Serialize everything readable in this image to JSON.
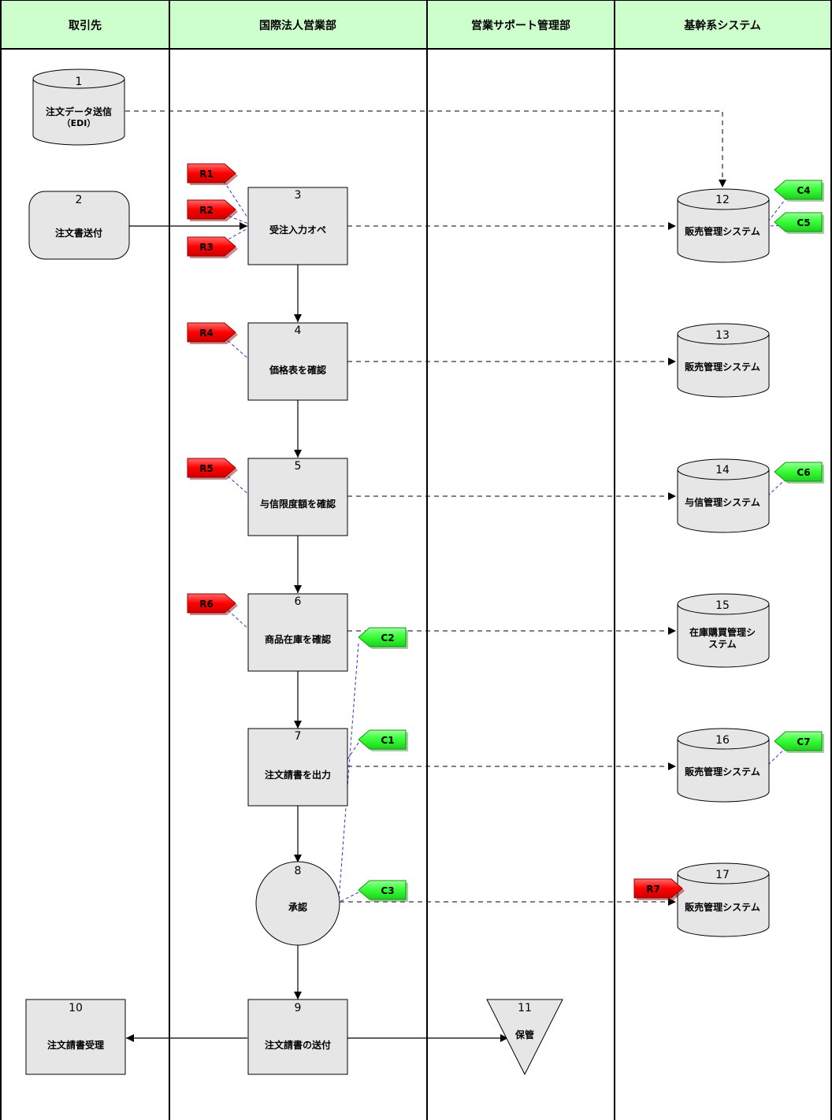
{
  "lanes": [
    "取引先",
    "国際法人営業部",
    "営業サポート管理部",
    "基幹系システム"
  ],
  "nodes": {
    "n1": {
      "num": "1",
      "label": "注文データ送信",
      "sub": "（EDI）"
    },
    "n2": {
      "num": "2",
      "label": "注文書送付"
    },
    "n3": {
      "num": "3",
      "label": "受注入力オペ"
    },
    "n4": {
      "num": "4",
      "label": "価格表を確認"
    },
    "n5": {
      "num": "5",
      "label": "与信限度額を確認"
    },
    "n6": {
      "num": "6",
      "label": "商品在庫を確認"
    },
    "n7": {
      "num": "7",
      "label": "注文請書を出力"
    },
    "n8": {
      "num": "8",
      "label": "承認"
    },
    "n9": {
      "num": "9",
      "label": "注文請書の送付"
    },
    "n10": {
      "num": "10",
      "label": "注文請書受理"
    },
    "n11": {
      "num": "11",
      "label": "保管"
    },
    "n12": {
      "num": "12",
      "label": "販売管理システム"
    },
    "n13": {
      "num": "13",
      "label": "販売管理システム"
    },
    "n14": {
      "num": "14",
      "label": "与信管理システム"
    },
    "n15": {
      "num": "15",
      "label": "在庫購買管理シ",
      "label2": "ステム"
    },
    "n16": {
      "num": "16",
      "label": "販売管理システム"
    },
    "n17": {
      "num": "17",
      "label": "販売管理システム"
    }
  },
  "flags": {
    "R1": "R1",
    "R2": "R2",
    "R3": "R3",
    "R4": "R4",
    "R5": "R5",
    "R6": "R6",
    "R7": "R7",
    "C1": "C1",
    "C2": "C2",
    "C3": "C3",
    "C4": "C4",
    "C5": "C5",
    "C6": "C6",
    "C7": "C7"
  },
  "colors": {
    "header_bg": "#ccffcc",
    "shape_fill": "#e6e6e6",
    "risk_flag": "#ff0000",
    "control_flag": "#33ff33",
    "connector_blue": "#3333cc"
  }
}
